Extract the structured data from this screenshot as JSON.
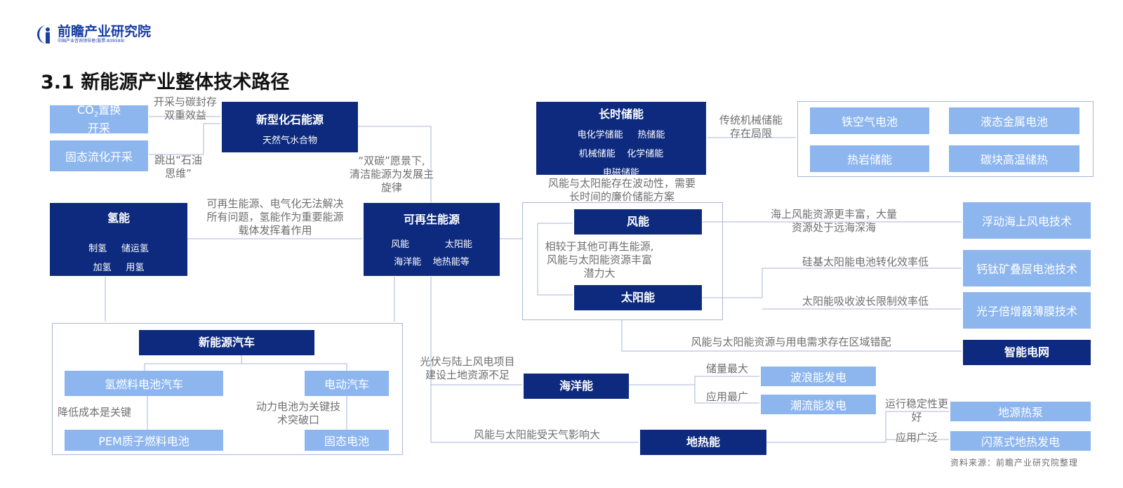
{
  "logo": {
    "name": "前瞻产业研究院",
    "tagline": "中国产业咨询领导者(股票:839599)"
  },
  "page_title": "3.1 新能源产业整体技术路径",
  "source": "资料来源：前瞻产业研究院整理",
  "colors": {
    "dark_box": "#0d2a7e",
    "light_box": "#8db6ef",
    "note_text": "#6f6f6f",
    "line": "#a8b7d6"
  },
  "nodes": {
    "fossil": {
      "title": "新型化石能源",
      "items": [
        "天然气水合物"
      ]
    },
    "co2": {
      "pre": "CO",
      "sub": "2",
      "post": "置换",
      "line2": "开采"
    },
    "solid": {
      "label": "固态流化开采"
    },
    "renew": {
      "title": "可再生能源",
      "row1": [
        "风能",
        "太阳能"
      ],
      "row2": [
        "海洋能",
        "地热能等"
      ]
    },
    "hydrogen": {
      "title": "氢能",
      "row1": [
        "制氢",
        "储运氢"
      ],
      "row2": [
        "加氢",
        "用氢"
      ]
    },
    "ev": {
      "title": "新能源汽车"
    },
    "fcv": {
      "label": "氢燃料电池汽车"
    },
    "bev": {
      "label": "电动汽车"
    },
    "pem": {
      "label": "PEM质子燃料电池"
    },
    "ssb": {
      "label": "固态电池"
    },
    "storage": {
      "title": "长时储能",
      "row1": [
        "电化学储能",
        "热储能"
      ],
      "row2": [
        "机械储能",
        "化学储能"
      ],
      "row3": [
        "电磁储能"
      ]
    },
    "storage_tech": [
      "铁空气电池",
      "液态金属电池",
      "热岩储能",
      "碳块高温储热"
    ],
    "wind": {
      "title": "风能"
    },
    "solar": {
      "title": "太阳能"
    },
    "ocean": {
      "title": "海洋能"
    },
    "geo": {
      "title": "地热能"
    },
    "wave": {
      "label": "波浪能发电"
    },
    "tidal": {
      "label": "潮流能发电"
    },
    "offshore": {
      "label": "浮动海上风电技术"
    },
    "perov": {
      "label": "钙钛矿叠层电池技术"
    },
    "photon": {
      "label": "光子倍增器薄膜技术"
    },
    "grid": {
      "title": "智能电网"
    },
    "heatpump": {
      "label": "地源热泵"
    },
    "flash": {
      "label": "闪蒸式地热发电"
    }
  },
  "notes": {
    "co2_benefit": {
      "line1": "开采与碳封存",
      "line2": "双重效益"
    },
    "oil_mindset": {
      "line1": "跳出“石油",
      "line2": "思维”"
    },
    "dual_carbon": {
      "line1": "“双碳”愿景下,",
      "line2": "清洁能源为发展主",
      "line3": "旋律"
    },
    "hydrogen_role": {
      "line1": "可再生能源、电气化无法解决",
      "line2": "所有问题，氢能作为重要能源",
      "line3": "载体发挥着作用"
    },
    "cost_key": "降低成本是关键",
    "battery_key": {
      "line1": "动力电池为关键技",
      "line2": "术突破口"
    },
    "mech_limit": {
      "line1": "传统机械储能",
      "line2": "存在局限"
    },
    "volatility": {
      "line1": "风能与太阳能存在波动性，需要",
      "line2": "长时间的廉价储能方案"
    },
    "rich_potential": {
      "line1": "相较于其他可再生能源,",
      "line2": "风能与太阳能资源丰富",
      "line3": "潜力大"
    },
    "offshore_rich": {
      "line1": "海上风能资源更丰富，大量",
      "line2": "资源处于远海深海"
    },
    "silicon_low": "硅基太阳能电池转化效率低",
    "wavelength": "太阳能吸收波长限制效率低",
    "mismatch": "风能与太阳能资源与用电需求存在区域错配",
    "land_short": {
      "line1": "光伏与陆上风电项目",
      "line2": "建设土地资源不足"
    },
    "reserve_max": "储量最大",
    "app_wide": "应用最广",
    "weather": "风能与太阳能受天气影响大",
    "stable": {
      "line1": "运行稳定性更",
      "line2": "好"
    },
    "app_wide2": "应用广泛"
  }
}
